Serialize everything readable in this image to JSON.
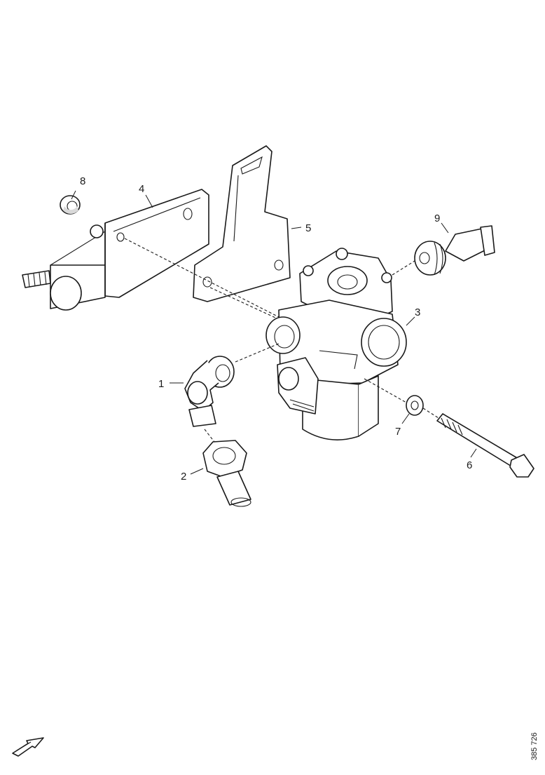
{
  "diagram": {
    "callouts": [
      {
        "id": "label-1",
        "text": "1"
      },
      {
        "id": "label-2",
        "text": "2"
      },
      {
        "id": "label-3",
        "text": "3"
      },
      {
        "id": "label-4",
        "text": "4"
      },
      {
        "id": "label-5",
        "text": "5"
      },
      {
        "id": "label-6",
        "text": "6"
      },
      {
        "id": "label-7",
        "text": "7"
      },
      {
        "id": "label-8",
        "text": "8"
      },
      {
        "id": "label-9",
        "text": "9"
      }
    ],
    "figure_code": "385 726"
  }
}
